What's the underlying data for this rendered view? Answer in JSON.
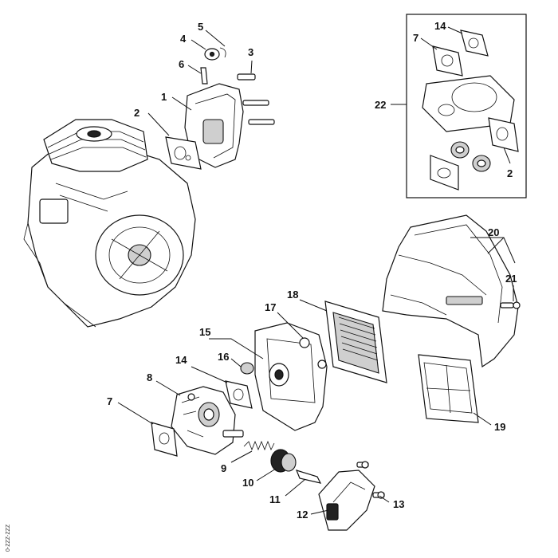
{
  "diagram": {
    "callouts": {
      "c1": "1",
      "c2a": "2",
      "c3": "3",
      "c4": "4",
      "c5": "5",
      "c6": "6",
      "c7a": "7",
      "c14a": "14",
      "c22": "22",
      "c2b": "2",
      "c20": "20",
      "c21": "21",
      "c17": "17",
      "c18": "18",
      "c15": "15",
      "c16": "16",
      "c14b": "14",
      "c8": "8",
      "c7b": "7",
      "c9": "9",
      "c10": "10",
      "c11": "11",
      "c12": "12",
      "c13": "13",
      "c19": "19"
    },
    "drawing_code": "0-ZZZ-ZZZ"
  }
}
